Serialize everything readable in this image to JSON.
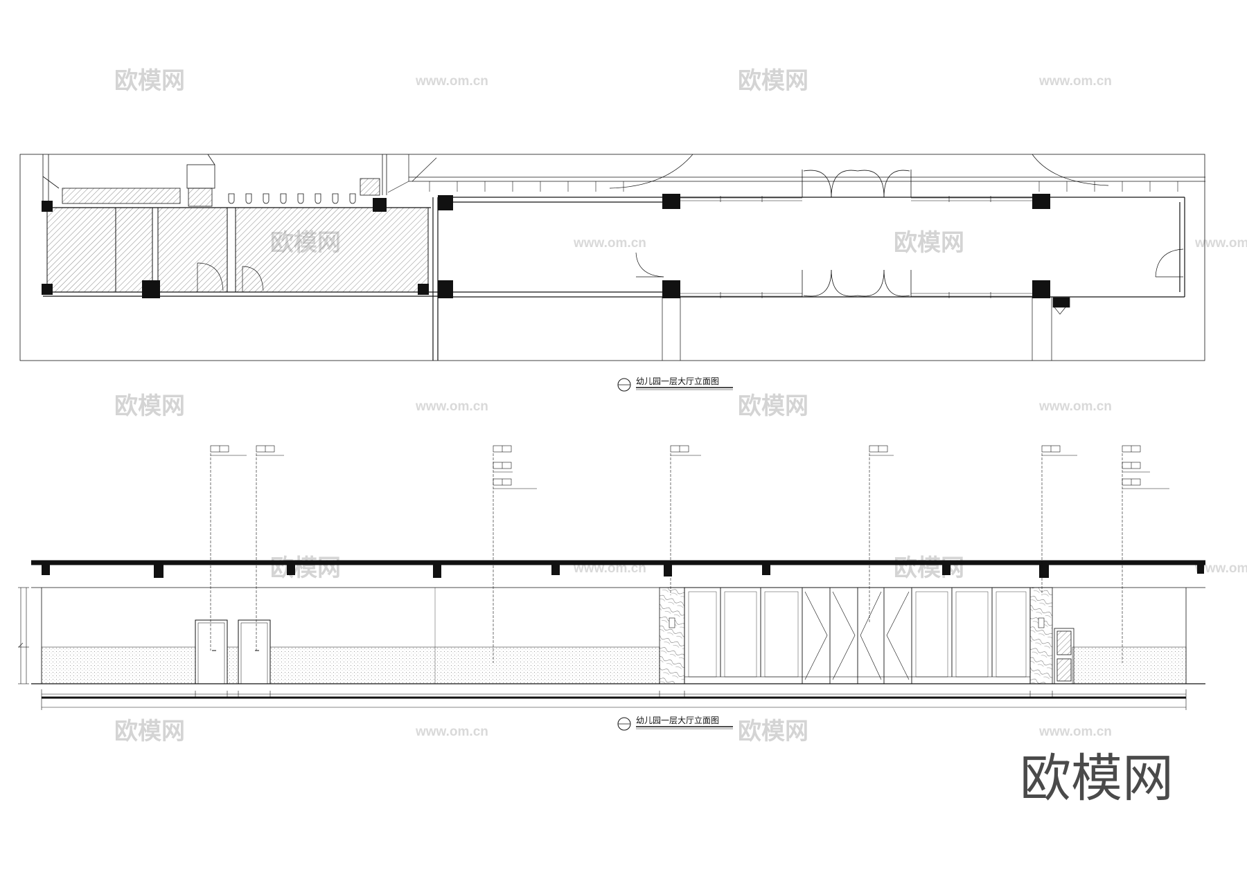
{
  "watermark": {
    "cn": "欧模网",
    "url": "www.om.cn"
  },
  "plan": {
    "caption": "幼儿园一层大厅立面图"
  },
  "elevation": {
    "caption": "幼儿园一层大厅立面图"
  },
  "brand": {
    "text": "欧模网"
  }
}
